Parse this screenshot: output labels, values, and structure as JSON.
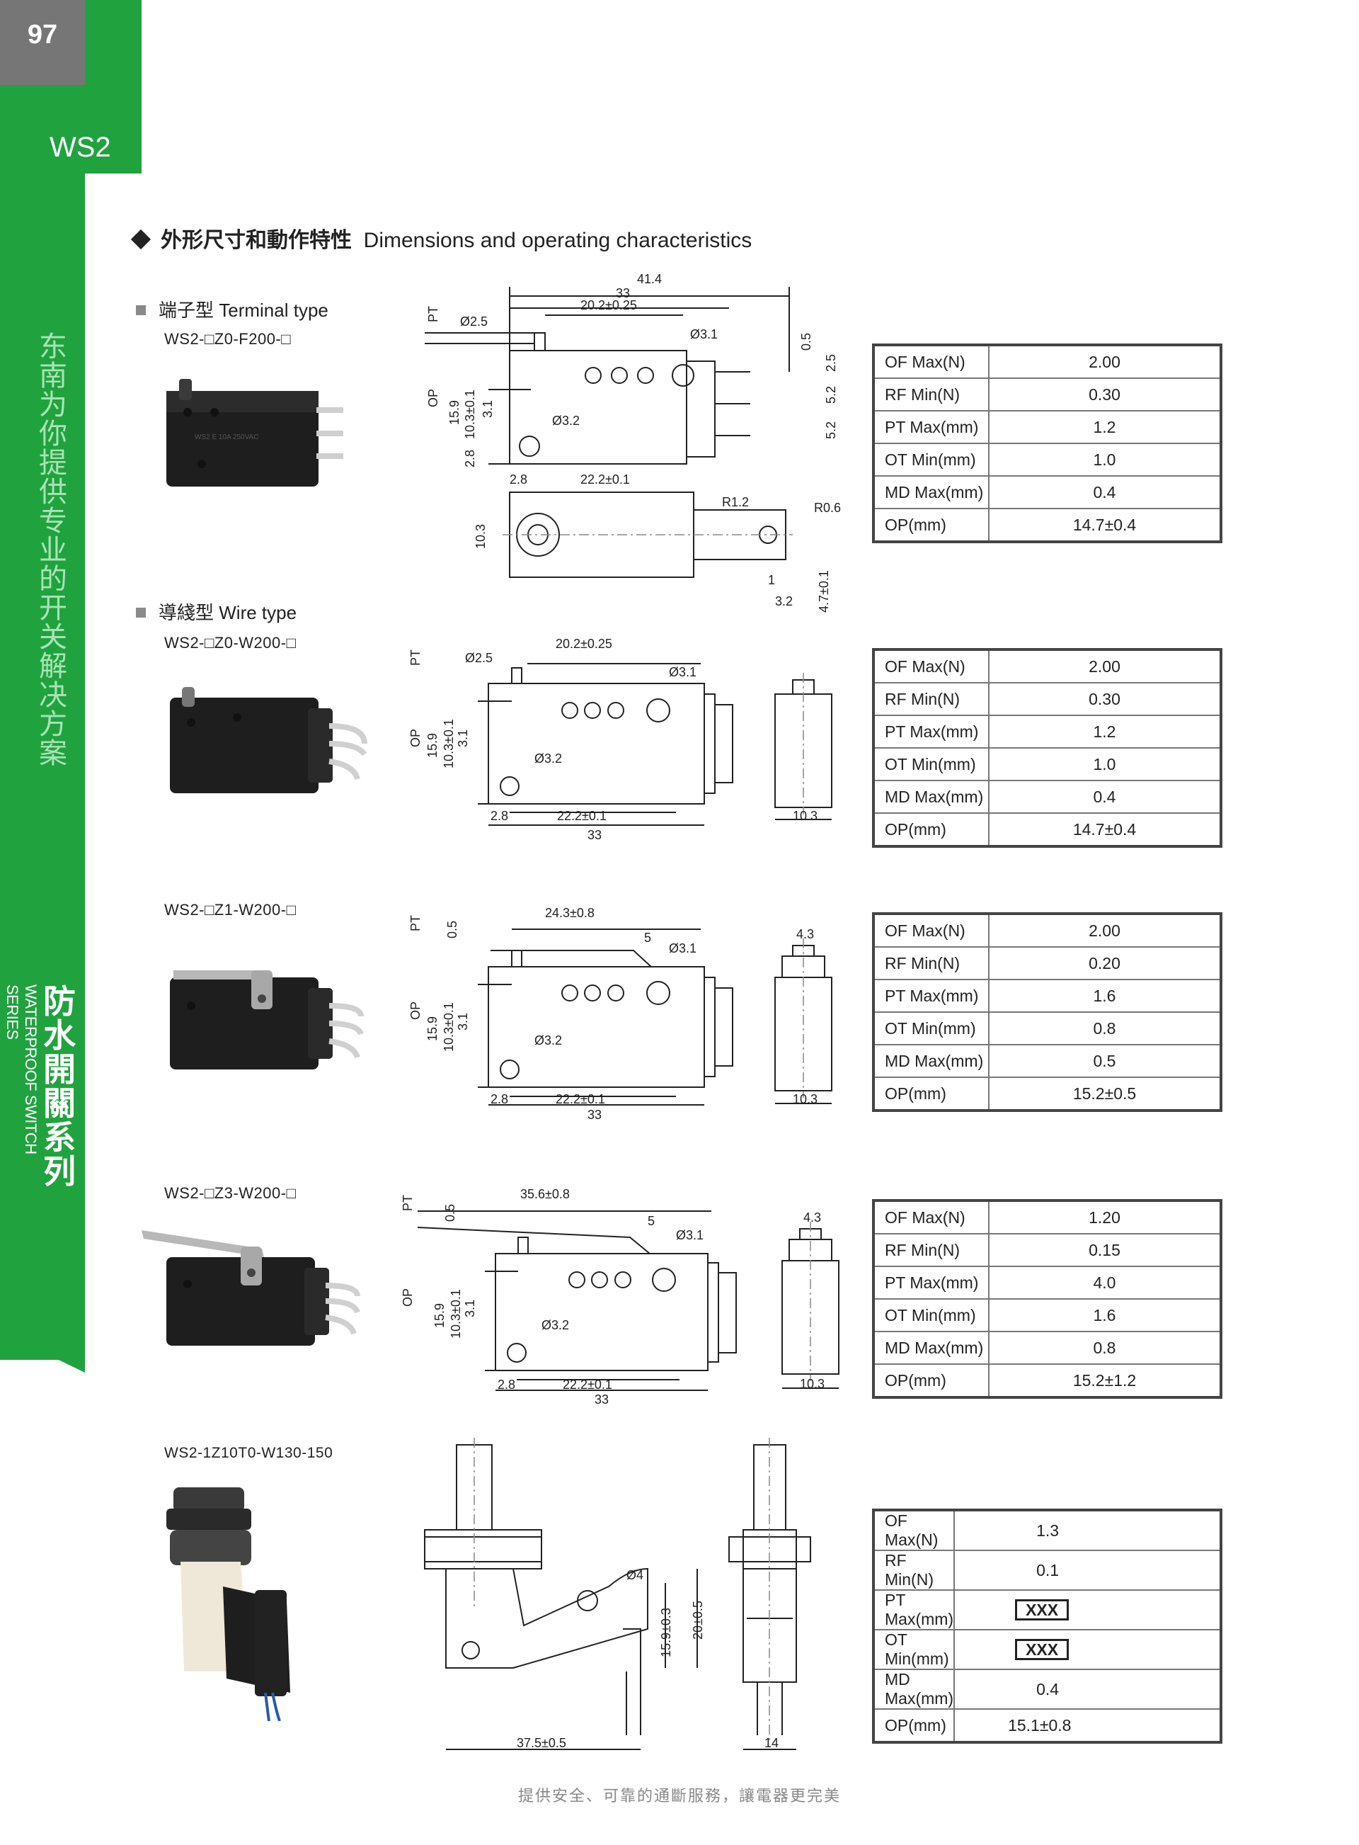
{
  "page": {
    "number": "97",
    "series_code": "WS2"
  },
  "sidebar": {
    "slogan": "东南为你提供专业的开关解决方案",
    "series_cn": "防水開關系列",
    "series_en": "WATERPROOF SWITCH SERIES"
  },
  "section": {
    "title_cn": "外形尺寸和動作特性",
    "title_en": "Dimensions and operating characteristics"
  },
  "products": [
    {
      "type_cn": "端子型",
      "type_en": "Terminal type",
      "model": "WS2-□Z0-F200-□",
      "dims": {
        "overall": "41.4",
        "body": "33",
        "plunger_to_hole": "20.2±0.25",
        "pt": "PT",
        "op": "OP",
        "d1": "Ø2.5",
        "d2": "Ø3.1",
        "d3": "Ø3.2",
        "h1": "15.9",
        "h2": "10.3±0.1",
        "h3": "3.1",
        "h4": "2.8",
        "w1": "2.8",
        "w2": "22.2±0.1",
        "t1": "0.5",
        "t2": "2.5",
        "t3": "5.2",
        "t4": "5.2",
        "r1": "R1.2",
        "r2": "R0.6",
        "tw": "10.3",
        "tb": "1",
        "tc": "3.2",
        "td": "4.7±0.1"
      },
      "specs": [
        {
          "label": "OF Max(N)",
          "value": "2.00"
        },
        {
          "label": "RF Min(N)",
          "value": "0.30"
        },
        {
          "label": "PT Max(mm)",
          "value": "1.2"
        },
        {
          "label": "OT Min(mm)",
          "value": "1.0"
        },
        {
          "label": "MD Max(mm)",
          "value": "0.4"
        },
        {
          "label": "OP(mm)",
          "value": "14.7±0.4"
        }
      ]
    },
    {
      "type_cn": "導綫型",
      "type_en": "Wire type",
      "model": "WS2-□Z0-W200-□",
      "dims": {
        "pt": "PT",
        "op": "OP",
        "d1": "Ø2.5",
        "d2": "Ø3.1",
        "d3": "Ø3.2",
        "top": "20.2±0.25",
        "h1": "15.9",
        "h2": "10.3±0.1",
        "h3": "3.1",
        "w1": "2.8",
        "w2": "22.2±0.1",
        "body": "33",
        "side": "10.3"
      },
      "specs": [
        {
          "label": "OF Max(N)",
          "value": "2.00"
        },
        {
          "label": "RF Min(N)",
          "value": "0.30"
        },
        {
          "label": "PT Max(mm)",
          "value": "1.2"
        },
        {
          "label": "OT Min(mm)",
          "value": "1.0"
        },
        {
          "label": "MD Max(mm)",
          "value": "0.4"
        },
        {
          "label": "OP(mm)",
          "value": "14.7±0.4"
        }
      ]
    },
    {
      "model": "WS2-□Z1-W200-□",
      "dims": {
        "pt": "PT",
        "op": "OP",
        "t1": "0.5",
        "top": "24.3±0.8",
        "lv": "5",
        "d2": "Ø3.1",
        "d3": "Ø3.2",
        "h1": "15.9",
        "h2": "10.3±0.1",
        "h3": "3.1",
        "w1": "2.8",
        "w2": "22.2±0.1",
        "body": "33",
        "side": "10.3",
        "side_top": "4.3"
      },
      "specs": [
        {
          "label": "OF Max(N)",
          "value": "2.00"
        },
        {
          "label": "RF Min(N)",
          "value": "0.20"
        },
        {
          "label": "PT Max(mm)",
          "value": "1.6"
        },
        {
          "label": "OT Min(mm)",
          "value": "0.8"
        },
        {
          "label": "MD Max(mm)",
          "value": "0.5"
        },
        {
          "label": "OP(mm)",
          "value": "15.2±0.5"
        }
      ]
    },
    {
      "model": "WS2-□Z3-W200-□",
      "dims": {
        "pt": "PT",
        "op": "OP",
        "t1": "0.5",
        "top": "35.6±0.8",
        "lv": "5",
        "d2": "Ø3.1",
        "d3": "Ø3.2",
        "h1": "15.9",
        "h2": "10.3±0.1",
        "h3": "3.1",
        "w1": "2.8",
        "w2": "22.2±0.1",
        "body": "33",
        "side": "10.3",
        "side_top": "4.3"
      },
      "specs": [
        {
          "label": "OF Max(N)",
          "value": "1.20"
        },
        {
          "label": "RF Min(N)",
          "value": "0.15"
        },
        {
          "label": "PT Max(mm)",
          "value": "4.0"
        },
        {
          "label": "OT Min(mm)",
          "value": "1.6"
        },
        {
          "label": "MD Max(mm)",
          "value": "0.8"
        },
        {
          "label": "OP(mm)",
          "value": "15.2±1.2"
        }
      ]
    },
    {
      "model": "WS2-1Z10T0-W130-150",
      "dims": {
        "d": "Ø4",
        "h1": "15.9±0.3",
        "h2": "20±0.5",
        "w1": "37.5±0.5",
        "w2": "14"
      },
      "specs": [
        {
          "label": "OF Max(N)",
          "value": "1.3"
        },
        {
          "label": "RF Min(N)",
          "value": "0.1"
        },
        {
          "label": "PT Max(mm)",
          "value": "XXX"
        },
        {
          "label": "OT Min(mm)",
          "value": "XXX"
        },
        {
          "label": "MD Max(mm)",
          "value": "0.4"
        },
        {
          "label": "OP(mm)",
          "value": "15.1±0.8"
        }
      ]
    }
  ],
  "footer": {
    "text": "提供安全、可靠的通斷服務，讓電器更完美"
  }
}
